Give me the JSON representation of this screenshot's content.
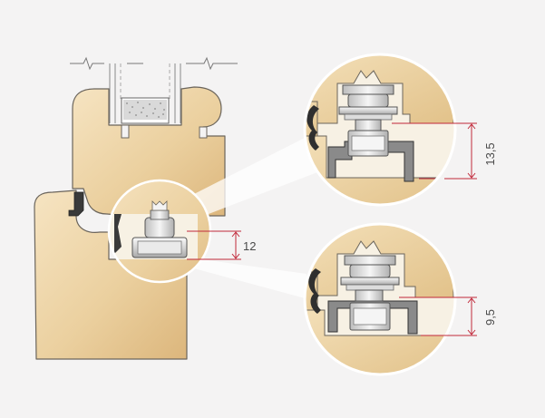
{
  "diagram": {
    "dimensions": {
      "main_gap": "12",
      "detail_top_gap": "13,5",
      "detail_bottom_gap": "9,5"
    },
    "colors": {
      "background": "#f4f3f3",
      "wood_light": "#f5e2bf",
      "wood_mid": "#e8cc98",
      "wood_dark": "#d8b276",
      "outline": "#5a5550",
      "dimension_red": "#c0283a",
      "metal_light": "#f2f2f2",
      "metal_mid": "#cfcfcf",
      "metal_dark": "#9b9b9b",
      "glass_fill": "#e8e8e8"
    }
  }
}
